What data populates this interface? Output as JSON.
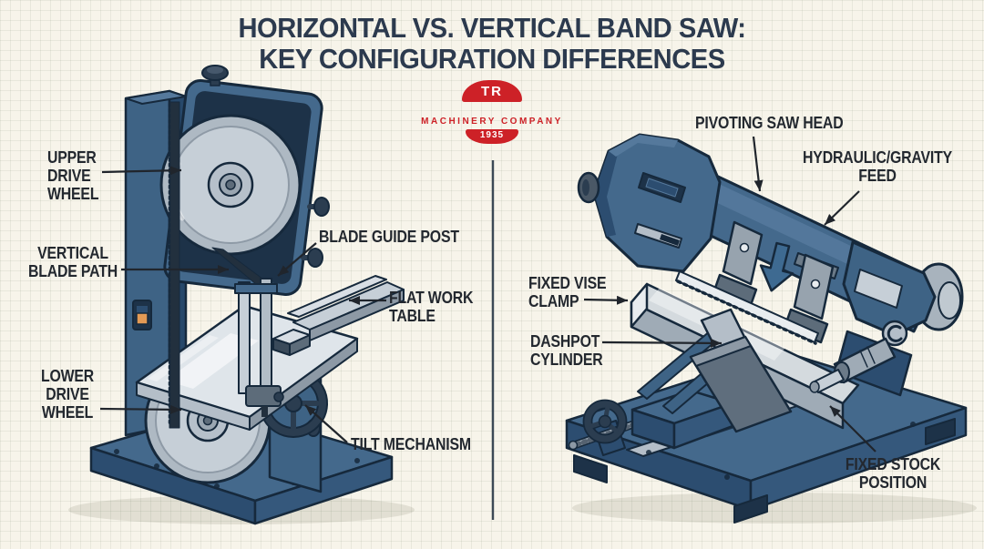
{
  "title": {
    "line1": "HORIZONTAL VS. VERTICAL BAND SAW:",
    "line2": "KEY CONFIGURATION DIFFERENCES"
  },
  "logo": {
    "initials": "TR",
    "company": "MACHINERY COMPANY",
    "year": "1935"
  },
  "labels_left": {
    "upper_drive_wheel": "UPPER\nDRIVE\nWHEEL",
    "vertical_blade_path": "VERTICAL\nBLADE PATH",
    "blade_guide_post": "BLADE GUIDE POST",
    "flat_work_table": "FLAT WORK\nTABLE",
    "lower_drive_wheel": "LOWER\nDRIVE\nWHEEL",
    "tilt_mechanism": "TILT MECHANISM"
  },
  "labels_right": {
    "pivoting_saw_head": "PIVOTING SAW HEAD",
    "hydraulic_gravity_feed": "HYDRAULIC/GRAVITY\nFEED",
    "fixed_vise_clamp": "FIXED VISE\nCLAMP",
    "dashpot_cylinder": "DASHPOT\nCYLINDER",
    "fixed_stock_position": "FIXED STOCK\nPOSITION"
  },
  "colors": {
    "background": "#f7f4ea",
    "grid_line": "#e6e2d4",
    "machine_blue": "#44698c",
    "machine_dark_blue": "#2c4d70",
    "outline_navy": "#16293c",
    "metal_gray": "#c6cfd7",
    "accent_red": "#cd2127",
    "title_color": "#2c3a4e",
    "label_color": "#23282f"
  }
}
